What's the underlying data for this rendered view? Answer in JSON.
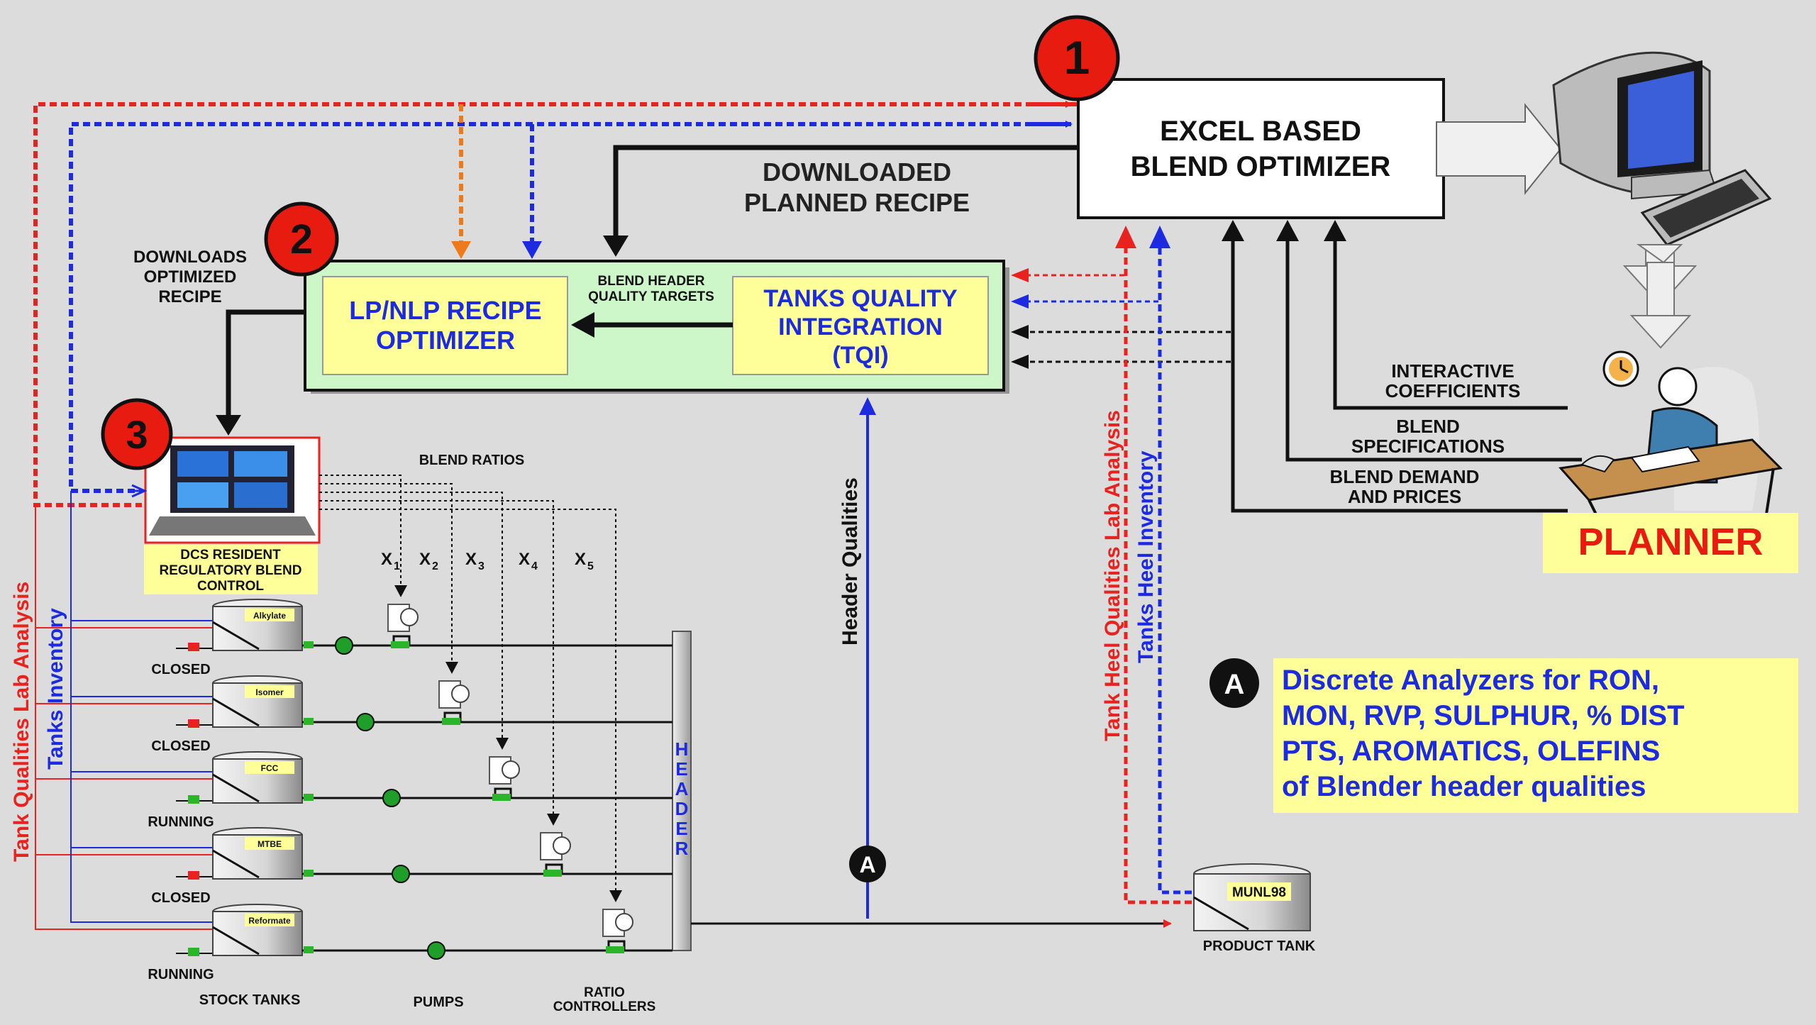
{
  "optimizer": {
    "number": "1",
    "line1": "EXCEL BASED",
    "line2": "BLEND OPTIMIZER"
  },
  "downloaded_recipe": {
    "line1": "DOWNLOADED",
    "line2": "PLANNED RECIPE"
  },
  "recipe_optimizer": {
    "number": "2",
    "line1": "LP/NLP RECIPE",
    "line2": "OPTIMIZER"
  },
  "header_targets": {
    "line1": "BLEND HEADER",
    "line2": "QUALITY TARGETS"
  },
  "tqi": {
    "line1": "TANKS QUALITY",
    "line2": "INTEGRATION",
    "line3": "(TQI)"
  },
  "downloads_optimized": {
    "line1": "DOWNLOADS",
    "line2": "OPTIMIZED",
    "line3": "RECIPE"
  },
  "dcs": {
    "number": "3",
    "line1": "DCS RESIDENT",
    "line2": "REGULATORY BLEND",
    "line3": "CONTROL"
  },
  "blend_ratios": "BLEND RATIOS",
  "ratios": [
    "X",
    "X",
    "X",
    "X",
    "X"
  ],
  "ratio_subscripts": [
    "1",
    "2",
    "3",
    "4",
    "5"
  ],
  "stock_tanks": [
    {
      "name": "Alkylate",
      "status": "CLOSED"
    },
    {
      "name": "Isomer",
      "status": "CLOSED"
    },
    {
      "name": "FCC",
      "status": "RUNNING"
    },
    {
      "name": "MTBE",
      "status": "CLOSED"
    },
    {
      "name": "Reformate",
      "status": "RUNNING"
    }
  ],
  "header_label": [
    "H",
    "E",
    "A",
    "D",
    "E",
    "R"
  ],
  "bottom_labels": {
    "stock_tanks": "STOCK TANKS",
    "pumps": "PUMPS",
    "ratio_line1": "RATIO",
    "ratio_line2": "CONTROLLERS"
  },
  "product_tank": {
    "name": "MUNL98",
    "label": "PRODUCT TANK"
  },
  "vertical_labels": {
    "tank_qualities": "Tank Qualities Lab Analysis",
    "tanks_inventory": "Tanks Inventory",
    "header_qualities": "Header Qualities",
    "tank_heel_qualities": "Tank Heel Qualities Lab Analysis",
    "tanks_heel_inventory": "Tanks Heel Inventory"
  },
  "planner_inputs": {
    "interactive_1": "INTERACTIVE",
    "interactive_2": "COEFFICIENTS",
    "specs_1": "BLEND",
    "specs_2": "SPECIFICATIONS",
    "demand_1": "BLEND DEMAND",
    "demand_2": "AND PRICES"
  },
  "planner": "PLANNER",
  "analyzer": {
    "marker": "A",
    "line1": "Discrete Analyzers for RON,",
    "line2": "MON, RVP, SULPHUR, % DIST",
    "line3": "PTS, AROMATICS, OLEFINS",
    "line4": "of Blender header qualities"
  },
  "colors": {
    "red_line": "#e8231f",
    "blue_line": "#1c2be0",
    "orange_line": "#f07a1a",
    "box_green": "#cdf7c9",
    "box_yellow": "#ffff99",
    "badge_red": "#e81b10"
  }
}
